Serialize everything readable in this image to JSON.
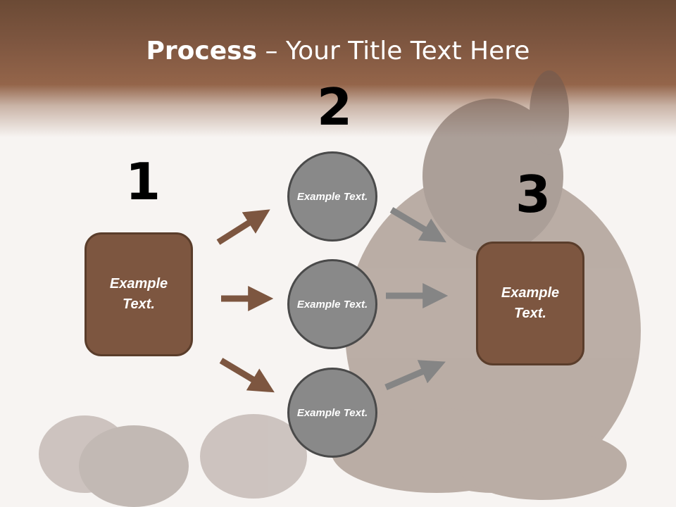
{
  "slide": {
    "title_bold": "Process",
    "title_rest": " – Your Title Text Here"
  },
  "steps": {
    "step1": {
      "number": "1",
      "text": "Example Text."
    },
    "step2": {
      "number": "2",
      "items": [
        "Example Text.",
        "Example Text.",
        "Example Text."
      ]
    },
    "step3": {
      "number": "3",
      "text": "Example Text."
    }
  },
  "colors": {
    "brown": "#7d5640",
    "brown_border": "#5a3d2b",
    "gray_circle": "#898989",
    "gray_arrow": "#858585"
  }
}
